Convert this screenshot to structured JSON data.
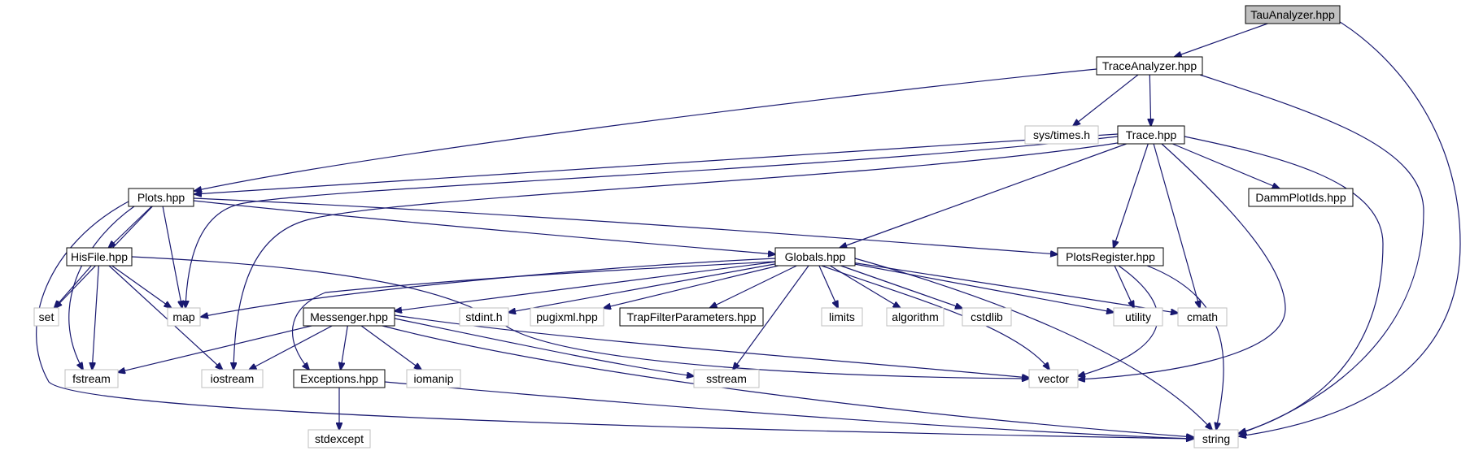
{
  "graph": {
    "colors": {
      "edge": "#191970",
      "root_fill": "#bfbfbf",
      "documented_border": "#000000",
      "system_border": "#bfbfbf",
      "system_text": "#555555"
    },
    "nodes": {
      "tau": {
        "label": "TauAnalyzer.hpp",
        "kind": "root"
      },
      "trace_analyzer": {
        "label": "TraceAnalyzer.hpp",
        "kind": "documented"
      },
      "sys_times": {
        "label": "sys/times.h",
        "kind": "system"
      },
      "trace": {
        "label": "Trace.hpp",
        "kind": "documented"
      },
      "plots": {
        "label": "Plots.hpp",
        "kind": "documented"
      },
      "damm": {
        "label": "DammPlotIds.hpp",
        "kind": "documented"
      },
      "hisfile": {
        "label": "HisFile.hpp",
        "kind": "documented"
      },
      "globals": {
        "label": "Globals.hpp",
        "kind": "documented"
      },
      "plots_register": {
        "label": "PlotsRegister.hpp",
        "kind": "documented"
      },
      "set": {
        "label": "set",
        "kind": "system"
      },
      "map": {
        "label": "map",
        "kind": "system"
      },
      "messenger": {
        "label": "Messenger.hpp",
        "kind": "documented"
      },
      "stdint": {
        "label": "stdint.h",
        "kind": "system"
      },
      "pugixml": {
        "label": "pugixml.hpp",
        "kind": "system"
      },
      "trapfilter": {
        "label": "TrapFilterParameters.hpp",
        "kind": "documented"
      },
      "limits": {
        "label": "limits",
        "kind": "system"
      },
      "algorithm": {
        "label": "algorithm",
        "kind": "system"
      },
      "cstdlib": {
        "label": "cstdlib",
        "kind": "system"
      },
      "utility": {
        "label": "utility",
        "kind": "system"
      },
      "cmath": {
        "label": "cmath",
        "kind": "system"
      },
      "fstream": {
        "label": "fstream",
        "kind": "system"
      },
      "iostream": {
        "label": "iostream",
        "kind": "system"
      },
      "exceptions": {
        "label": "Exceptions.hpp",
        "kind": "documented"
      },
      "iomanip": {
        "label": "iomanip",
        "kind": "system"
      },
      "sstream": {
        "label": "sstream",
        "kind": "system"
      },
      "vector": {
        "label": "vector",
        "kind": "system"
      },
      "stdexcept": {
        "label": "stdexcept",
        "kind": "system"
      },
      "string": {
        "label": "string",
        "kind": "system"
      }
    },
    "edges": [
      [
        "tau",
        "trace_analyzer"
      ],
      [
        "tau",
        "string"
      ],
      [
        "trace_analyzer",
        "plots"
      ],
      [
        "trace_analyzer",
        "sys_times"
      ],
      [
        "trace_analyzer",
        "trace"
      ],
      [
        "trace_analyzer",
        "string"
      ],
      [
        "trace",
        "plots"
      ],
      [
        "trace",
        "map"
      ],
      [
        "trace",
        "iostream"
      ],
      [
        "trace",
        "globals"
      ],
      [
        "trace",
        "damm"
      ],
      [
        "trace",
        "plots_register"
      ],
      [
        "trace",
        "cmath"
      ],
      [
        "trace",
        "vector"
      ],
      [
        "trace",
        "string"
      ],
      [
        "plots",
        "hisfile"
      ],
      [
        "plots",
        "set"
      ],
      [
        "plots",
        "map"
      ],
      [
        "plots",
        "fstream"
      ],
      [
        "plots",
        "string"
      ],
      [
        "plots",
        "globals"
      ],
      [
        "plots",
        "plots_register"
      ],
      [
        "hisfile",
        "set"
      ],
      [
        "hisfile",
        "map"
      ],
      [
        "hisfile",
        "fstream"
      ],
      [
        "hisfile",
        "iostream"
      ],
      [
        "hisfile",
        "vector"
      ],
      [
        "globals",
        "map"
      ],
      [
        "globals",
        "messenger"
      ],
      [
        "globals",
        "exceptions"
      ],
      [
        "globals",
        "stdint"
      ],
      [
        "globals",
        "pugixml"
      ],
      [
        "globals",
        "trapfilter"
      ],
      [
        "globals",
        "limits"
      ],
      [
        "globals",
        "algorithm"
      ],
      [
        "globals",
        "cstdlib"
      ],
      [
        "globals",
        "utility"
      ],
      [
        "globals",
        "cmath"
      ],
      [
        "globals",
        "sstream"
      ],
      [
        "globals",
        "vector"
      ],
      [
        "globals",
        "string"
      ],
      [
        "plots_register",
        "utility"
      ],
      [
        "plots_register",
        "vector"
      ],
      [
        "plots_register",
        "string"
      ],
      [
        "messenger",
        "fstream"
      ],
      [
        "messenger",
        "iostream"
      ],
      [
        "messenger",
        "exceptions"
      ],
      [
        "messenger",
        "iomanip"
      ],
      [
        "messenger",
        "sstream"
      ],
      [
        "messenger",
        "vector"
      ],
      [
        "messenger",
        "string"
      ],
      [
        "exceptions",
        "stdexcept"
      ],
      [
        "exceptions",
        "string"
      ]
    ]
  }
}
